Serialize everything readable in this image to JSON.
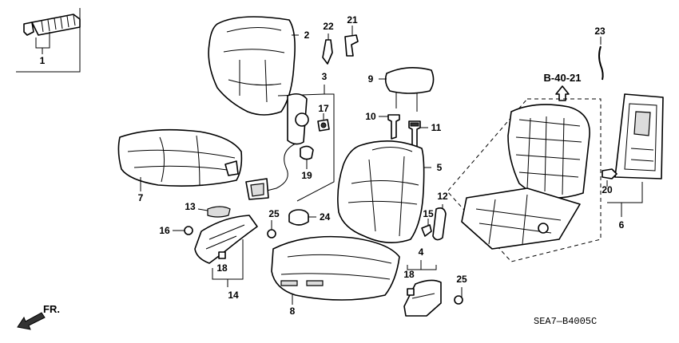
{
  "diagram": {
    "catalog_code": "SEA7—B4005C",
    "reference_label": "B-40-21",
    "direction_label": "FR.",
    "callouts": {
      "c1": "1",
      "c2": "2",
      "c3": "3",
      "c4": "4",
      "c5": "5",
      "c6": "6",
      "c7": "7",
      "c8": "8",
      "c9": "9",
      "c10": "10",
      "c11": "11",
      "c12": "12",
      "c13": "13",
      "c14": "14",
      "c15": "15",
      "c16": "16",
      "c17": "17",
      "c18a": "18",
      "c18b": "18",
      "c19": "19",
      "c20": "20",
      "c21": "21",
      "c22": "22",
      "c23": "23",
      "c24": "24",
      "c25a": "25",
      "c25b": "25"
    }
  }
}
